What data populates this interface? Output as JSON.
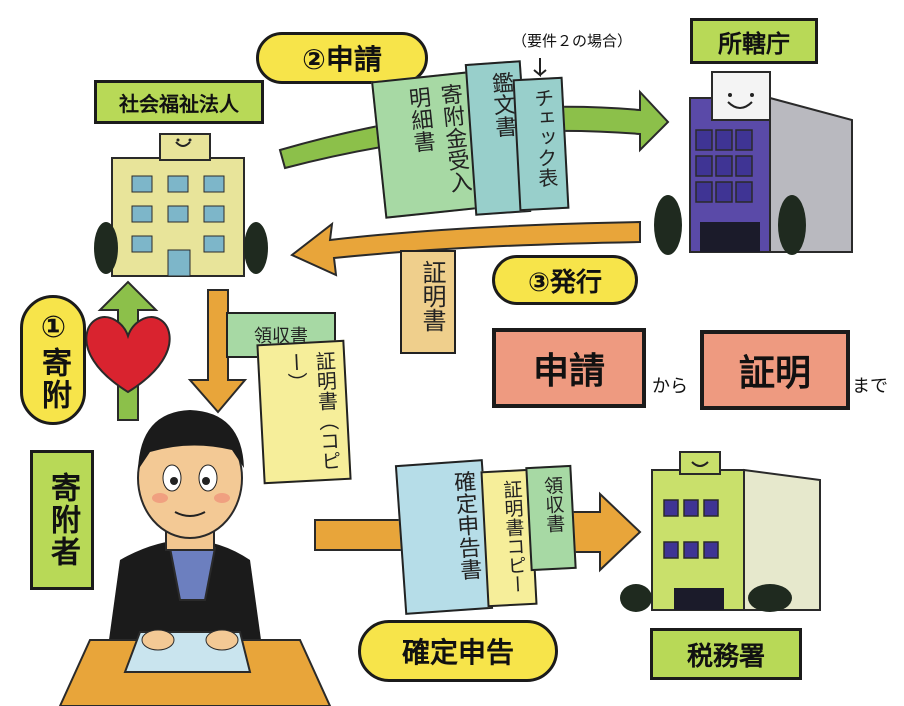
{
  "nodes": {
    "corporation": "社会福祉法人",
    "authority": "所轄庁",
    "donor": "寄附者",
    "tax_office": "税務署"
  },
  "steps": {
    "step1": "①寄附",
    "step2": "②申請",
    "step3": "③発行",
    "filing": "確定申告"
  },
  "note_requirement2": "（要件２の場合）",
  "documents": {
    "donation_list": "寄附金受入明細書",
    "cover_letter": "鑑文書",
    "checklist": "チェック表",
    "certificate": "証明書",
    "receipt": "領収書",
    "certificate_copy": "証明書（コピー）",
    "tax_return": "確定申告書",
    "certificate_copy2": "証明書コピー",
    "receipt2": "領収書"
  },
  "headline": {
    "from": "申請",
    "connector_from": "から",
    "to": "証明",
    "connector_to": "まで"
  },
  "colors": {
    "label_green": "#b8d957",
    "pill_yellow": "#f7e44a",
    "arrow_green": "#8cc04a",
    "arrow_orange": "#e8a53a",
    "title_salmon": "#ee9a80",
    "heart_red": "#d9232f",
    "doc_green": "#a7d9a4",
    "doc_teal": "#98cfcb",
    "doc_beige": "#efcf8c",
    "doc_blue": "#b6dde8",
    "doc_yellow": "#f6ee9a"
  }
}
